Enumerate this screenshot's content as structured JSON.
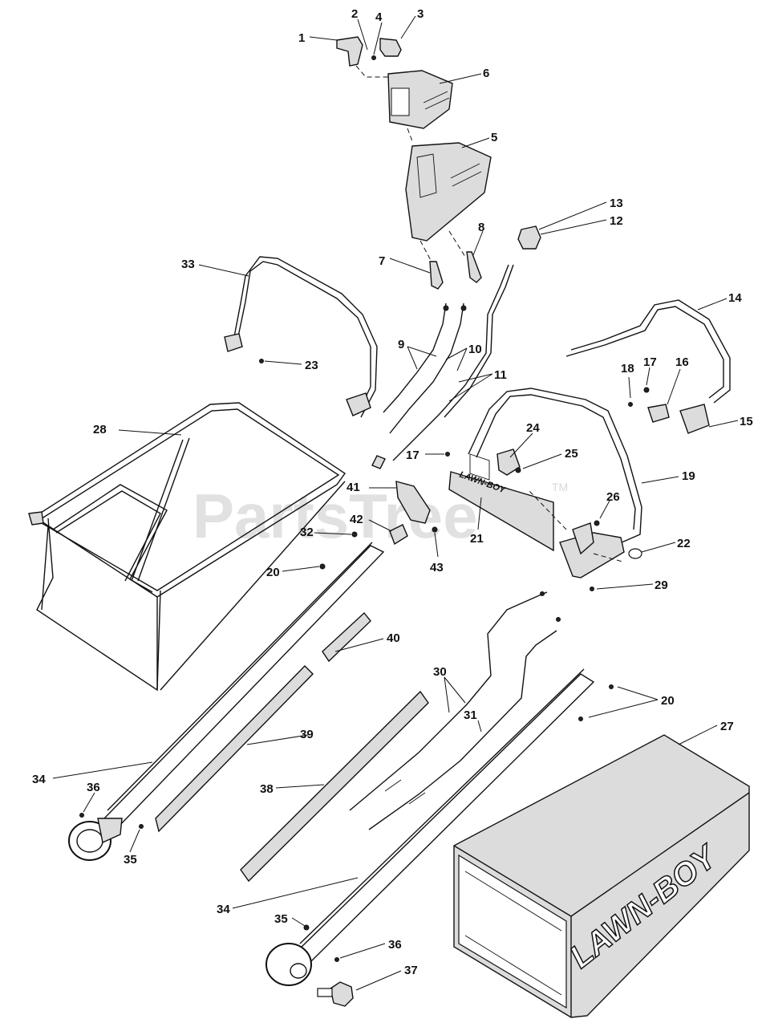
{
  "watermark": {
    "text": "PartsTree",
    "trademark": "TM"
  },
  "brand_marks": {
    "grass_bag": "LAWN-BOY",
    "handle_panel": "LAWN-BOY"
  },
  "callouts": {
    "c1": "1",
    "c2": "2",
    "c3": "3",
    "c4": "4",
    "c5": "5",
    "c6": "6",
    "c7": "7",
    "c8": "8",
    "c9": "9",
    "c10": "10",
    "c11": "11",
    "c12": "12",
    "c13": "13",
    "c14": "14",
    "c15": "15",
    "c16": "16",
    "c17a": "17",
    "c17b": "17",
    "c18": "18",
    "c19": "19",
    "c20a": "20",
    "c20b": "20",
    "c21": "21",
    "c22": "22",
    "c23": "23",
    "c24": "24",
    "c25": "25",
    "c26": "26",
    "c27": "27",
    "c28": "28",
    "c29": "29",
    "c30": "30",
    "c31": "31",
    "c32": "32",
    "c33": "33",
    "c34a": "34",
    "c34b": "34",
    "c35a": "35",
    "c35b": "35",
    "c36a": "36",
    "c36b": "36",
    "c37": "37",
    "c38": "38",
    "c39": "39",
    "c40": "40",
    "c41": "41",
    "c42": "42",
    "c43": "43"
  }
}
